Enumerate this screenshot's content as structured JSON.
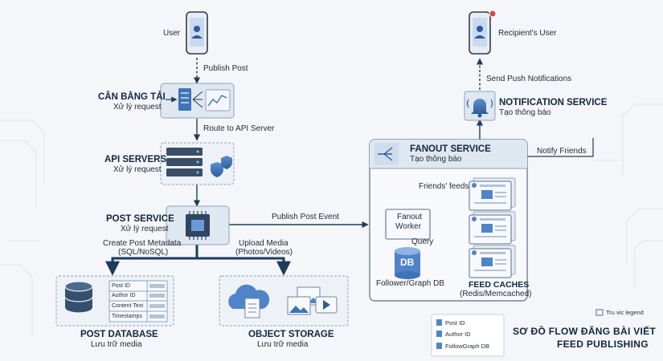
{
  "user": "User",
  "recipient": "Recipient's User",
  "edges": {
    "publish_post": "Publish Post",
    "route_api": "Route to API Server",
    "publish_event": "Publish Post Event",
    "create_metadata_1": "Create Post Metadata",
    "create_metadata_2": "(SQL/NoSQL)",
    "upload_media_1": "Upload Media",
    "upload_media_2": "(Photos/Videos)",
    "query": "Query",
    "friends_feeds": "Friends' feeds",
    "notify_friends": "Notify Friends",
    "send_push": "Send Push Notifications"
  },
  "load_balancer": {
    "title": "CÂN BẰNG TẢI",
    "subtitle": "Xử lý request"
  },
  "api_servers": {
    "title": "API SERVERS",
    "subtitle": "Xử lý request"
  },
  "post_service": {
    "title": "POST SERVICE",
    "subtitle": "Xử lý request"
  },
  "post_database": {
    "title": "POST DATABASE",
    "subtitle": "Lưu trữ media",
    "fields": [
      "Post ID",
      "Author ID",
      "Content Text",
      "Timestamps"
    ]
  },
  "object_storage": {
    "title": "OBJECT STORAGE",
    "subtitle": "Lưu trữ media"
  },
  "fanout_service": {
    "title": "FANOUT SERVICE",
    "subtitle": "Tạo thông báo"
  },
  "fanout_worker": {
    "line1": "Fanout",
    "line2": "Worker"
  },
  "graph_db": {
    "icon_text": "DB",
    "label": "Follower/Graph DB"
  },
  "feed_caches": {
    "title": "FEED CACHES",
    "subtitle": "(Redis/Memcached)"
  },
  "notification_service": {
    "title": "NOTIFICATION SERVICE",
    "subtitle": "Tạo thông báo"
  },
  "legend": {
    "title": "Tru vic legend",
    "items": [
      "Post ID",
      "Author ID",
      "FollowGraph DB"
    ]
  },
  "footer": {
    "line1": "SƠ ĐỒ FLOW ĐĂNG BÀI VIẾT",
    "line2": "FEED PUBLISHING"
  },
  "colors": {
    "primary": "#1f3c5c",
    "panel": "#dfe7f1",
    "panel_border": "#8ea3bd",
    "accent": "#3e73b8",
    "background": "#f4f6f9"
  }
}
